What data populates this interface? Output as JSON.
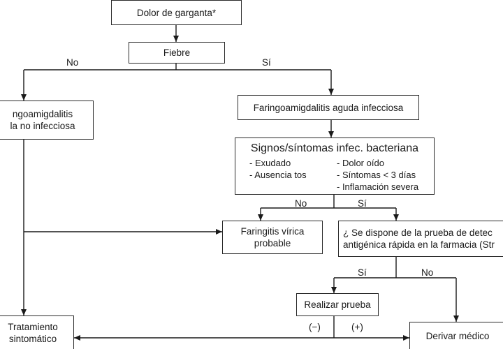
{
  "nodes": {
    "sore_throat": "Dolor de garganta*",
    "fever": "Fiebre",
    "noninfectious": [
      "ngoamigdalitis",
      "la no infecciosa"
    ],
    "infectious": "Faringoamigdalitis aguda infecciosa",
    "bacterial_signs": {
      "title": "Signos/síntomas infec. bacteriana",
      "left": [
        "-  Exudado",
        "-  Ausencia tos"
      ],
      "right": [
        "-  Dolor oído",
        "-  Síntomas < 3 días",
        "-  Inflamación severa"
      ]
    },
    "viral": [
      "Faringitis vírica",
      "probable"
    ],
    "rapid_test_question": [
      "¿ Se dispone de la prueba de detec",
      "antigénica rápida en la farmacia (Str"
    ],
    "do_test": "Realizar prueba",
    "symptomatic": [
      "Tratamiento",
      "sintomático"
    ],
    "refer": "Derivar médico"
  },
  "labels": {
    "fever_no": "No",
    "fever_yes": "Sí",
    "signs_no": "No",
    "signs_yes": "Sí",
    "test_yes": "Sí",
    "test_no": "No",
    "result_negative": "(−)",
    "result_positive": "(+)"
  }
}
